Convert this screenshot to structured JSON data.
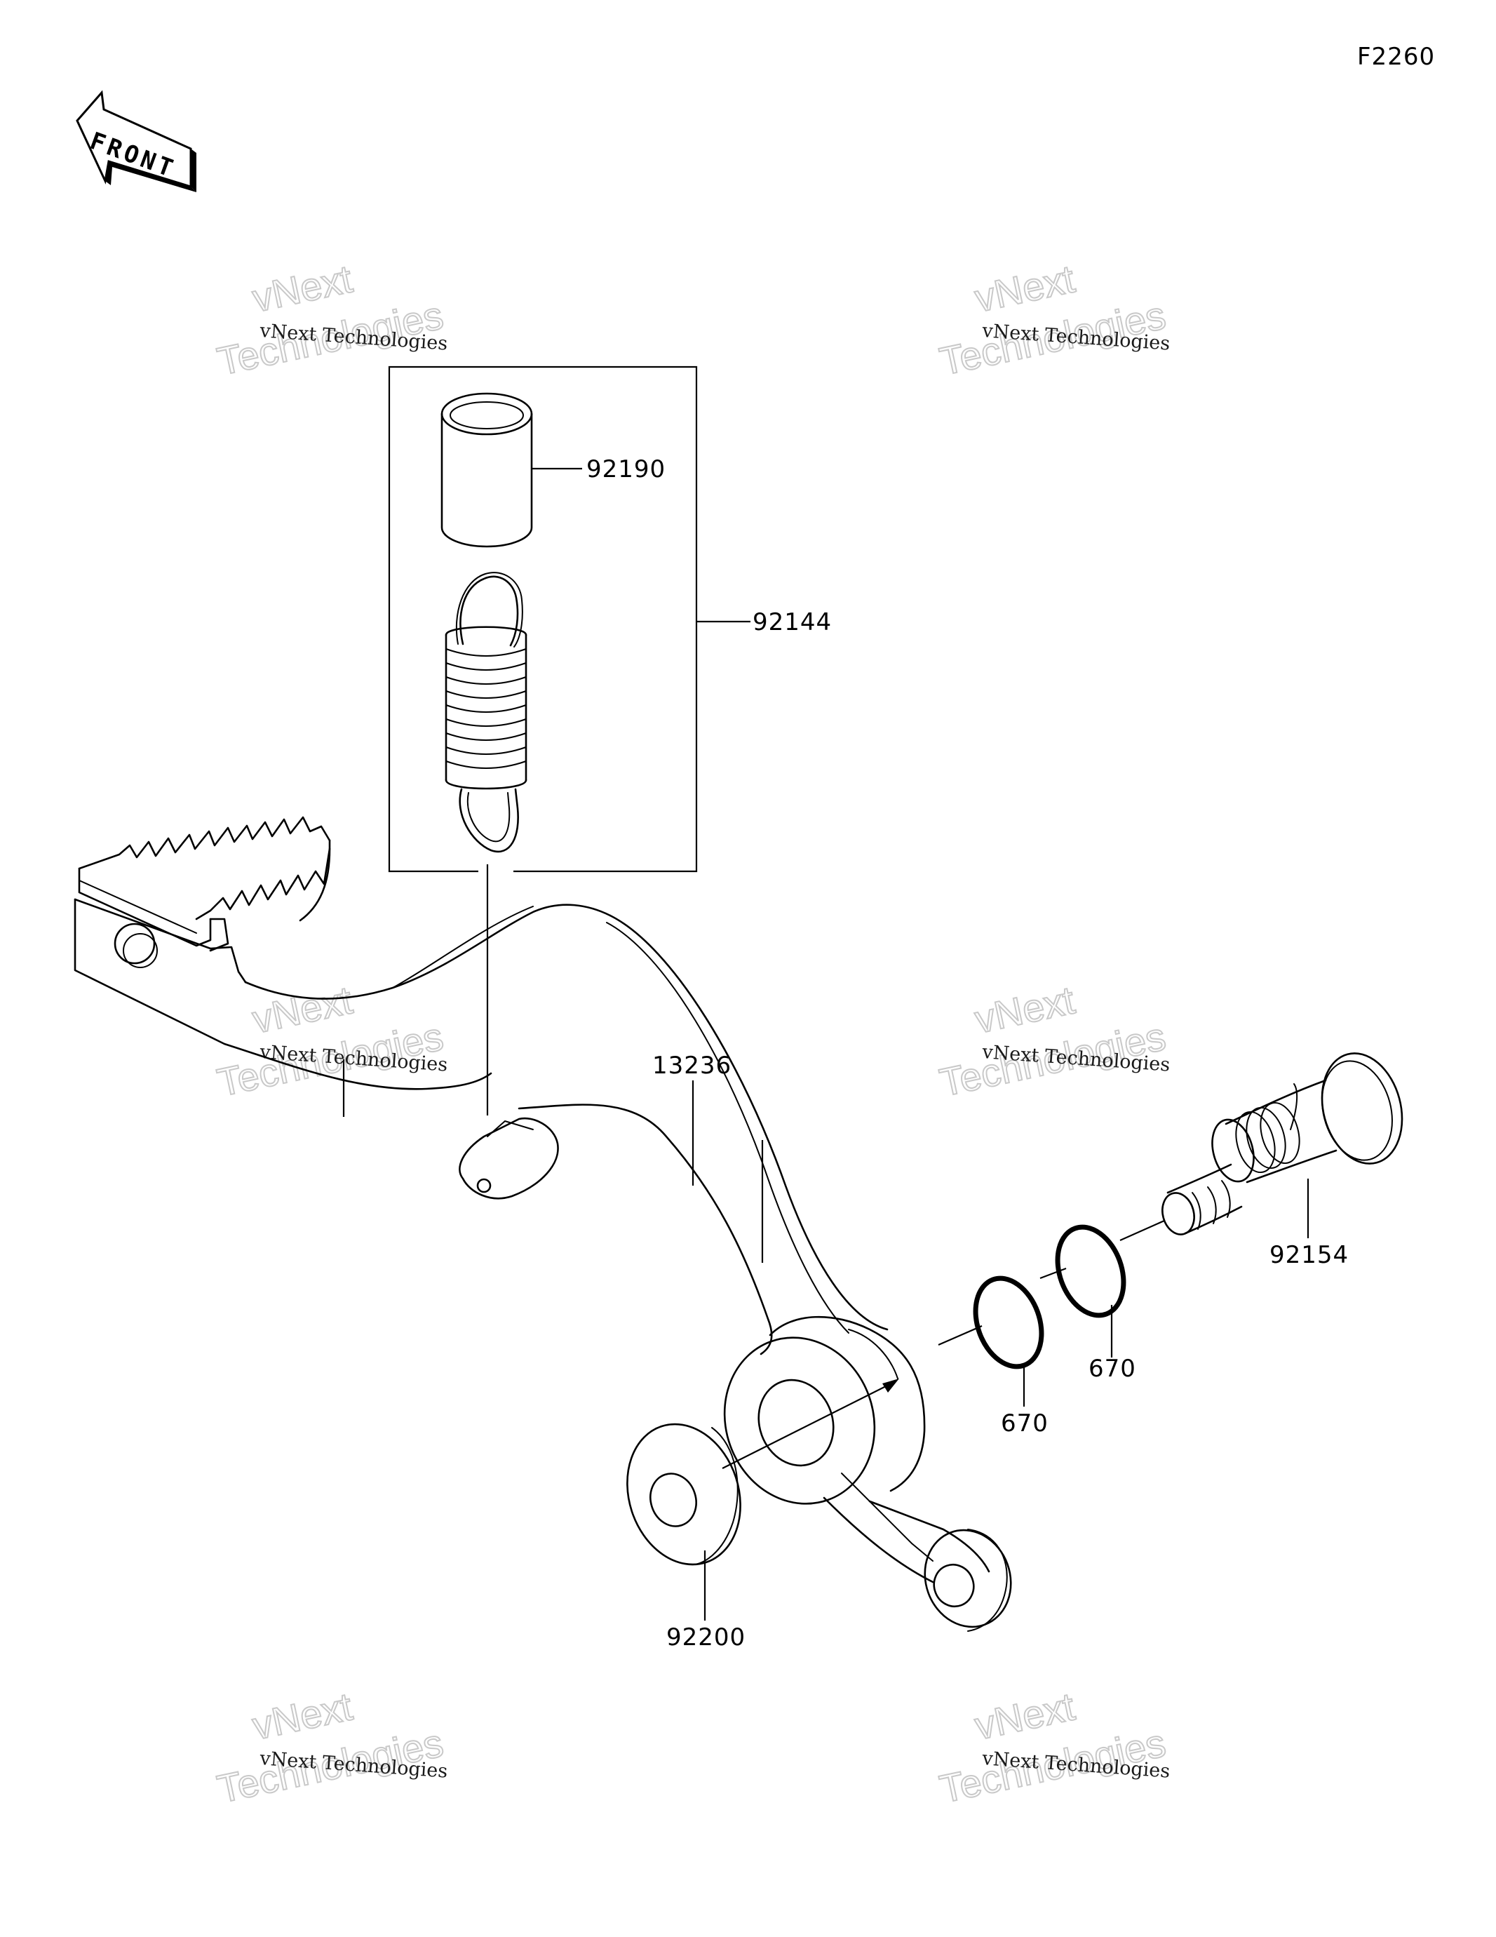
{
  "diagram": {
    "figure_code": "F2260",
    "front_arrow_text": "FRONT",
    "watermark": {
      "line_small": "vNext Technologies",
      "line_top": "vNext",
      "line_bottom": "Technologies"
    },
    "callouts": [
      {
        "id": "c-92190",
        "label": "92190"
      },
      {
        "id": "c-92144",
        "label": "92144"
      },
      {
        "id": "c-13236",
        "label": "13236"
      },
      {
        "id": "c-92154",
        "label": "92154"
      },
      {
        "id": "c-670a",
        "label": "670"
      },
      {
        "id": "c-670b",
        "label": "670"
      },
      {
        "id": "c-92200",
        "label": "92200"
      }
    ]
  }
}
